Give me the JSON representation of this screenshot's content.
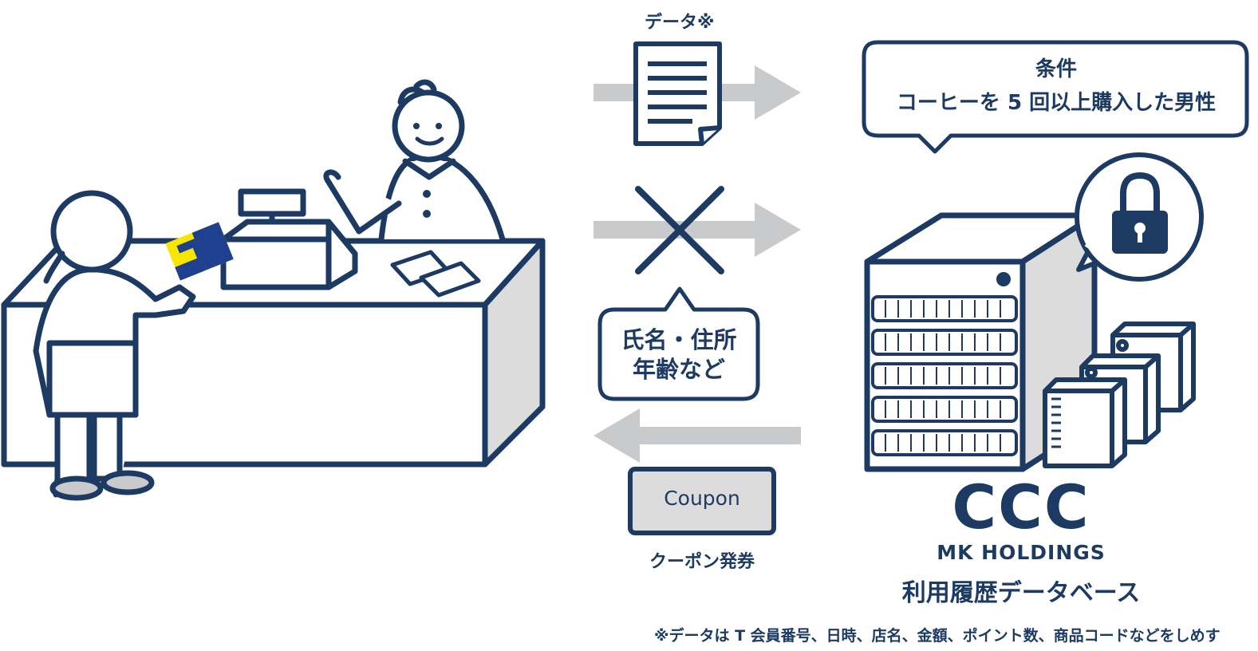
{
  "flow": {
    "data_label": "データ※",
    "condition_line1": "条件",
    "condition_line2": "コーヒーを 5 回以上購入した男性",
    "privacy_line1": "氏名・住所",
    "privacy_line2": "年齢など",
    "coupon_label": "Coupon",
    "coupon_issue": "クーポン発券"
  },
  "brand": {
    "logo_text": "CCC",
    "logo_sub": "MK HOLDINGS",
    "database_name": "利用履歴データベース"
  },
  "footnote": "※データは T 会員番号、日時、店名、金額、ポイント数、商品コードなどをしめす",
  "colors": {
    "navy": "#1d3a63",
    "arrow_gray": "#c9cacb",
    "panel_gray": "#dcdcdd",
    "card_yellow": "#f7e600",
    "card_blue": "#1f3f8f"
  }
}
